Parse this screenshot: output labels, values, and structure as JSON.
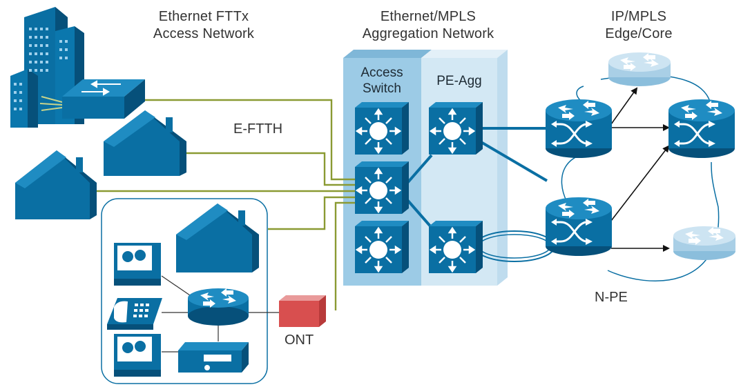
{
  "headers": {
    "access": {
      "line1": "Ethernet FTTx",
      "line2": "Access Network"
    },
    "aggregation": {
      "line1": "Ethernet/MPLS",
      "line2": "Aggregation Network"
    },
    "core": {
      "line1": "IP/MPLS",
      "line2": "Edge/Core"
    }
  },
  "columns": {
    "access_switch": {
      "line1": "Access",
      "line2": "Switch"
    },
    "pe_agg": "PE-Agg"
  },
  "labels": {
    "e_ftth": "E-FTTH",
    "ont": "ONT",
    "n_pe": "N-PE"
  },
  "colors": {
    "device_blue": "#0a6fa3",
    "device_top": "#1f8cc2",
    "device_light": "#a9cfe6",
    "fiber": "#8a9a32",
    "link_blue": "#0a6fa3",
    "panel_dark": "#9ccbe6",
    "panel_light": "#cfe5f3",
    "ont_red": "#e06060"
  }
}
